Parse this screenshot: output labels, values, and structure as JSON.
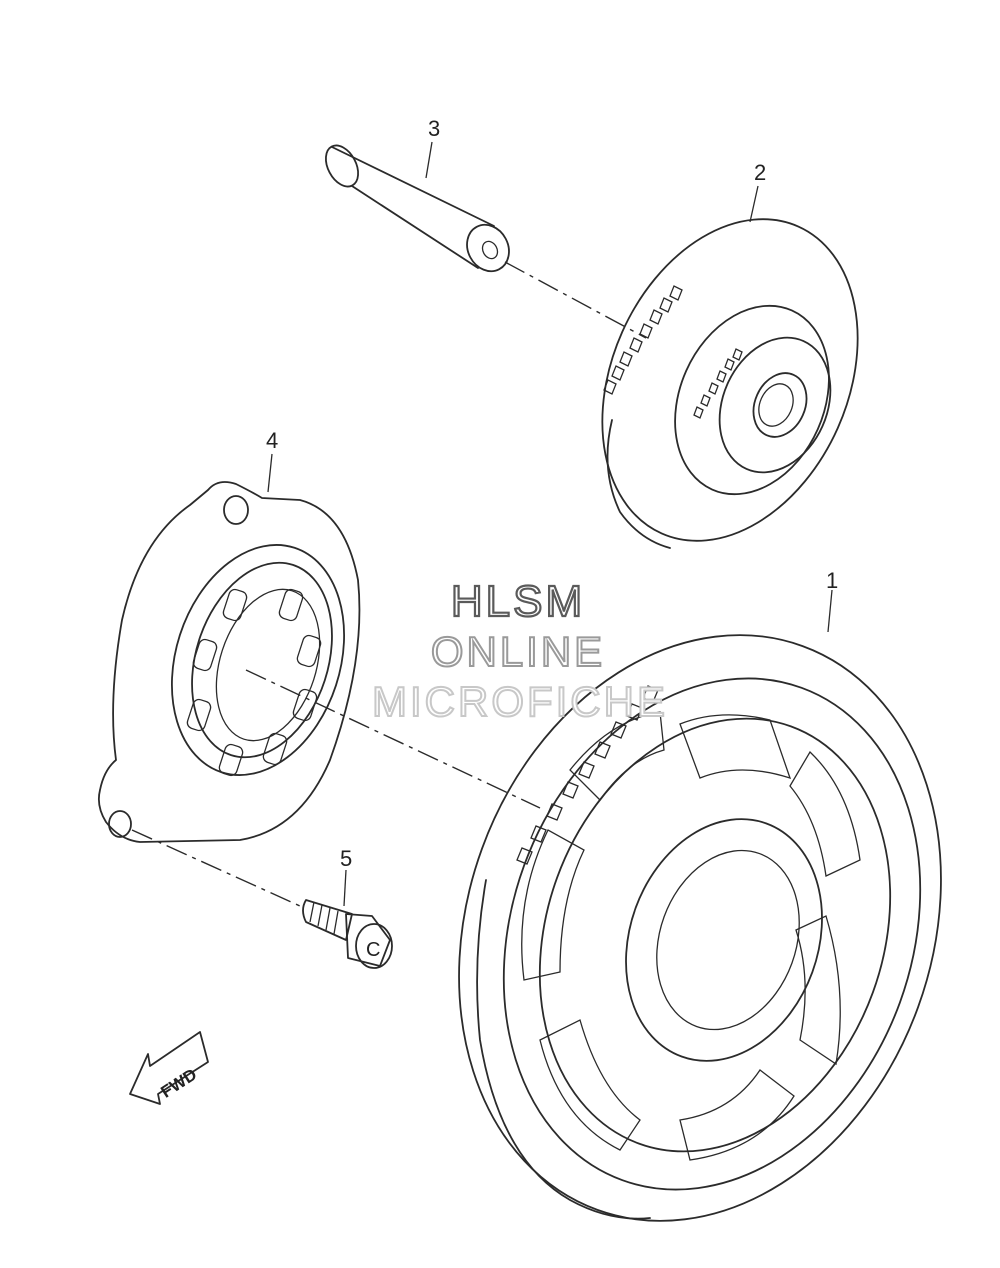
{
  "diagram": {
    "callouts": [
      {
        "id": "1",
        "label": "1"
      },
      {
        "id": "2",
        "label": "2"
      },
      {
        "id": "3",
        "label": "3"
      },
      {
        "id": "4",
        "label": "4"
      },
      {
        "id": "5",
        "label": "5"
      }
    ],
    "fwd_label": "FWD",
    "bolt_mark": "C",
    "watermark": {
      "line1": "HLSM",
      "line2": "ONLINE",
      "line3": "MICROFICHE"
    }
  }
}
